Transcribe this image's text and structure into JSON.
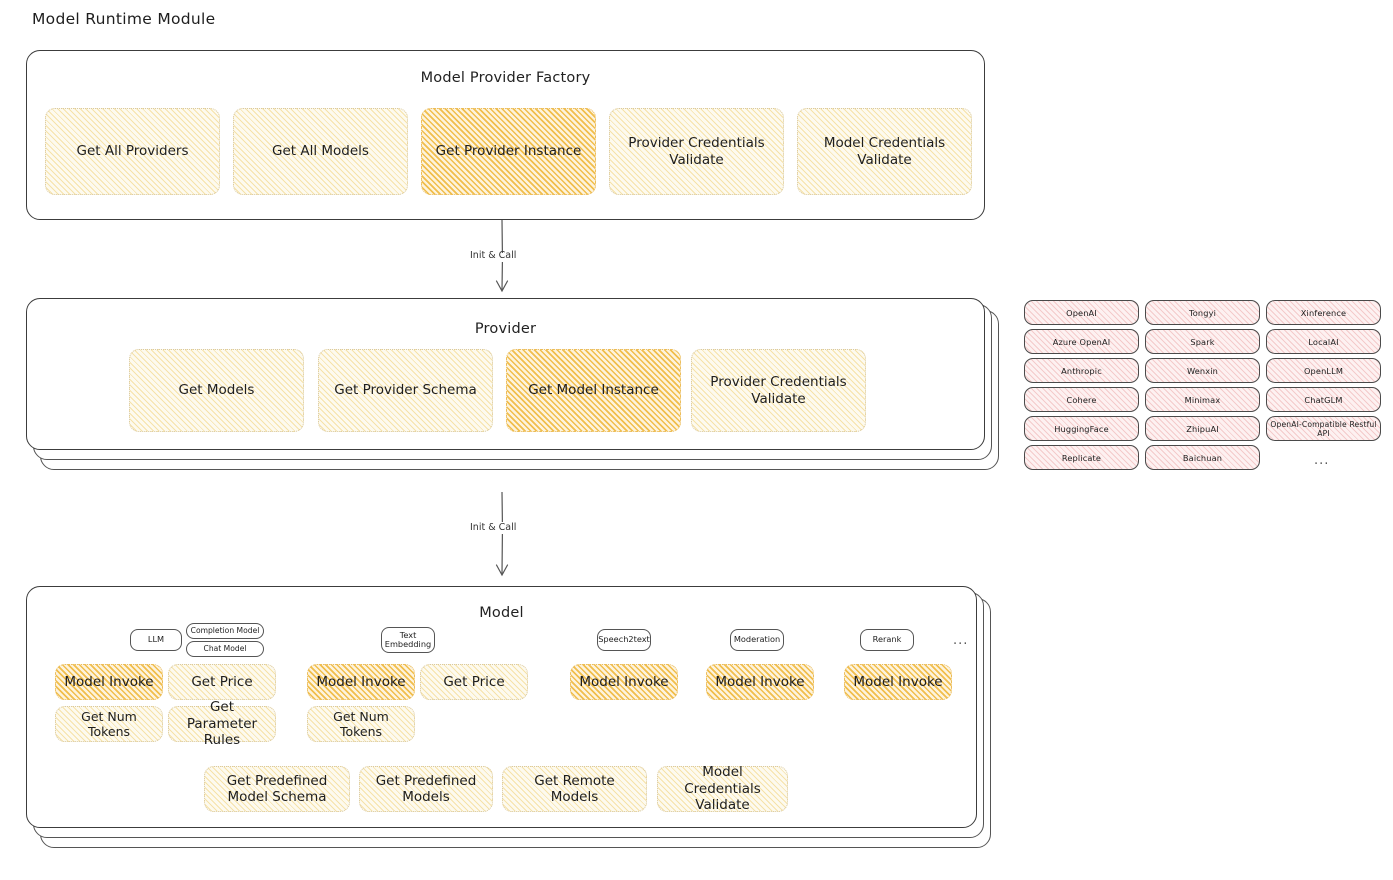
{
  "page": {
    "title": "Model Runtime Module"
  },
  "colors": {
    "accent_yellow": "#eeb22c",
    "accent_yellow_light": "#f0cd6e",
    "accent_red": "#e28282",
    "accent_blue": "#6eaae1",
    "stroke": "#3c3c3c",
    "background": "#ffffff"
  },
  "factory": {
    "title": "Model Provider Factory",
    "boxes": [
      {
        "label": "Get All Providers",
        "highlight": false
      },
      {
        "label": "Get All Models",
        "highlight": false
      },
      {
        "label": "Get Provider Instance",
        "highlight": true
      },
      {
        "label": "Provider Credentials Validate",
        "highlight": false
      },
      {
        "label": "Model Credentials Validate",
        "highlight": false
      }
    ]
  },
  "arrows": [
    {
      "label": "Init & Call",
      "from": "Model Provider Factory",
      "to": "Provider"
    },
    {
      "label": "Init & Call",
      "from": "Provider",
      "to": "Model"
    }
  ],
  "provider": {
    "title": "Provider",
    "boxes": [
      {
        "label": "Get Models",
        "highlight": false
      },
      {
        "label": "Get Provider Schema",
        "highlight": false
      },
      {
        "label": "Get Model Instance",
        "highlight": true
      },
      {
        "label": "Provider Credentials Validate",
        "highlight": false
      }
    ]
  },
  "provider_list": {
    "columns": [
      [
        "OpenAI",
        "Azure OpenAI",
        "Anthropic",
        "Cohere",
        "HuggingFace",
        "Replicate"
      ],
      [
        "Tongyi",
        "Spark",
        "Wenxin",
        "Minimax",
        "ZhipuAI",
        "Baichuan"
      ],
      [
        "Xinference",
        "LocalAI",
        "OpenLLM",
        "ChatGLM",
        "OpenAI-Compatible Restful API"
      ]
    ],
    "more": "..."
  },
  "model": {
    "title": "Model",
    "more": "...",
    "types": [
      {
        "name": "LLM",
        "tags": [
          "Completion Model",
          "Chat Model"
        ],
        "methods": [
          {
            "label": "Model Invoke",
            "highlight": true
          },
          {
            "label": "Get Price",
            "highlight": false
          },
          {
            "label": "Get Num Tokens",
            "highlight": false
          },
          {
            "label": "Get Parameter Rules",
            "highlight": false
          }
        ]
      },
      {
        "name": "Text Embedding",
        "tags": [],
        "methods": [
          {
            "label": "Model Invoke",
            "highlight": true
          },
          {
            "label": "Get Price",
            "highlight": false
          },
          {
            "label": "Get Num Tokens",
            "highlight": false
          }
        ]
      },
      {
        "name": "Speech2text",
        "tags": [],
        "methods": [
          {
            "label": "Model Invoke",
            "highlight": true
          }
        ]
      },
      {
        "name": "Moderation",
        "tags": [],
        "methods": [
          {
            "label": "Model Invoke",
            "highlight": true
          }
        ]
      },
      {
        "name": "Rerank",
        "tags": [],
        "methods": [
          {
            "label": "Model Invoke",
            "highlight": true
          }
        ]
      }
    ],
    "common_methods": [
      "Get Predefined Model Schema",
      "Get Predefined Models",
      "Get Remote Models",
      "Model Credentials Validate"
    ]
  }
}
